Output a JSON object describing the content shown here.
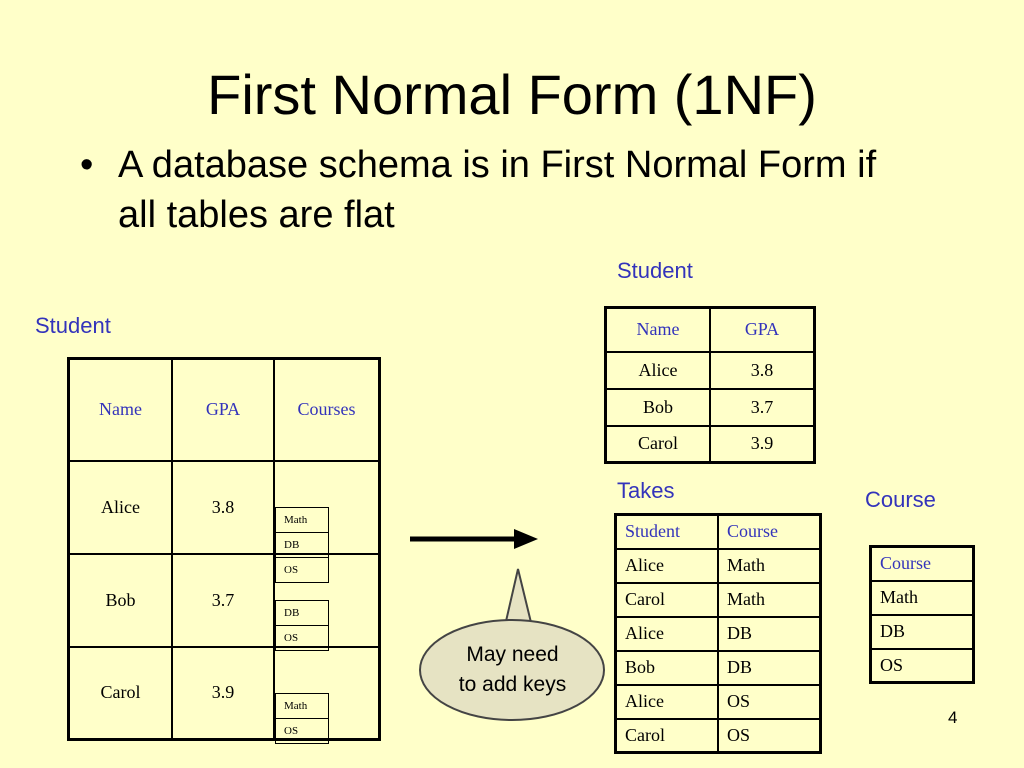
{
  "slide": {
    "title": "First Normal Form (1NF)",
    "bullet_symbol": "•",
    "bullet_text": "A database schema is in First Normal Form if all tables are flat",
    "page_number": "4"
  },
  "nested_table": {
    "label": "Student",
    "headers": [
      "Name",
      "GPA",
      "Courses"
    ],
    "rows": [
      {
        "name": "Alice",
        "gpa": "3.8",
        "courses": [
          "Math",
          "DB",
          "OS"
        ]
      },
      {
        "name": "Bob",
        "gpa": "3.7",
        "courses": [
          "DB",
          "OS"
        ]
      },
      {
        "name": "Carol",
        "gpa": "3.9",
        "courses": [
          "Math",
          "OS"
        ]
      }
    ]
  },
  "student_table": {
    "label": "Student",
    "headers": [
      "Name",
      "GPA"
    ],
    "rows": [
      [
        "Alice",
        "3.8"
      ],
      [
        "Bob",
        "3.7"
      ],
      [
        "Carol",
        "3.9"
      ]
    ]
  },
  "takes_table": {
    "label": "Takes",
    "headers": [
      "Student",
      "Course"
    ],
    "rows": [
      [
        "Alice",
        "Math"
      ],
      [
        "Carol",
        "Math"
      ],
      [
        "Alice",
        "DB"
      ],
      [
        "Bob",
        "DB"
      ],
      [
        "Alice",
        "OS"
      ],
      [
        "Carol",
        "OS"
      ]
    ]
  },
  "course_table": {
    "label": "Course",
    "headers": [
      "Course"
    ],
    "rows": [
      [
        "Math"
      ],
      [
        "DB"
      ],
      [
        "OS"
      ]
    ]
  },
  "callout": {
    "line1": "May need",
    "line2": "to add keys"
  },
  "colors": {
    "background": "#ffffc9",
    "label": "#3333bb",
    "callout_fill": "#e6e3c3"
  }
}
